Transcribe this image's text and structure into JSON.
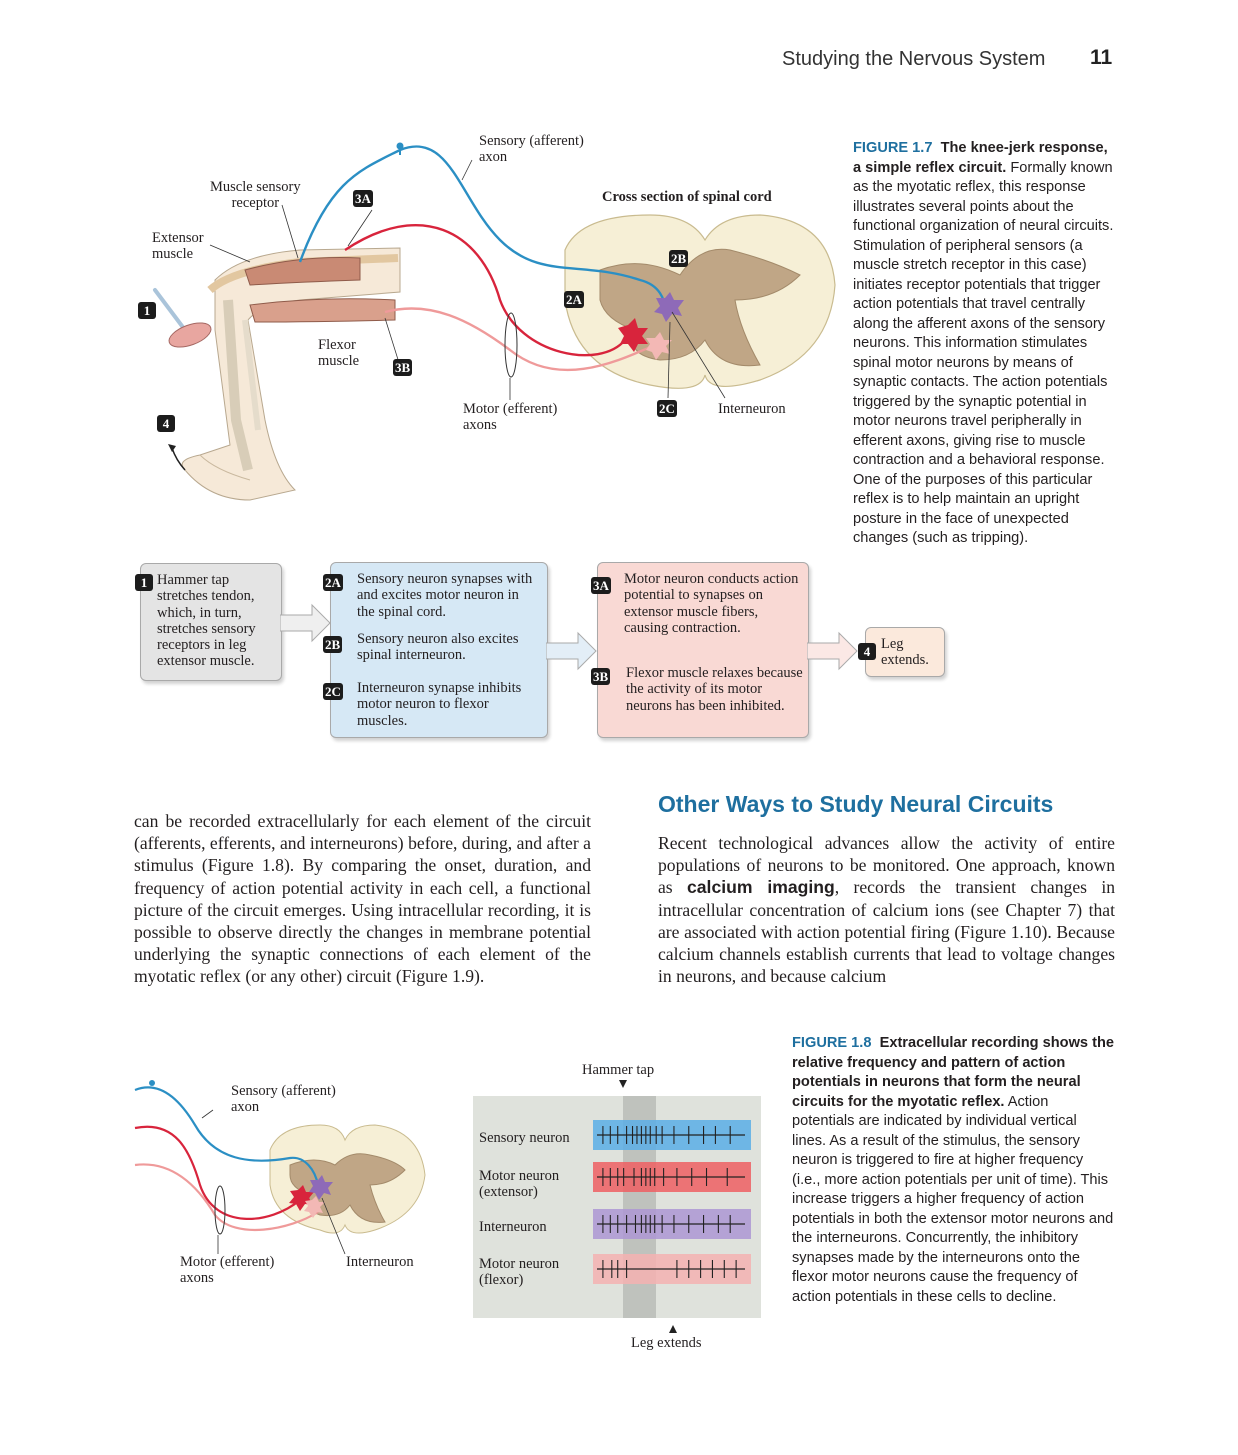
{
  "header": {
    "running_head": "Studying the Nervous System",
    "page_number": "11"
  },
  "figure_1_7": {
    "labels": {
      "sensory_axon": "Sensory (afferent)\naxon",
      "muscle_sensory_receptor": "Muscle sensory\nreceptor",
      "extensor_muscle": "Extensor\nmuscle",
      "flexor_muscle": "Flexor\nmuscle",
      "cross_section": "Cross section of spinal cord",
      "motor_axons": "Motor (efferent)\naxons",
      "interneuron": "Interneuron"
    },
    "badges": {
      "b1": "1",
      "b2a": "2A",
      "b2b": "2B",
      "b2c": "2C",
      "b3a": "3A",
      "b3b": "3B",
      "b4": "4"
    },
    "caption": {
      "number": "FIGURE 1.7",
      "title": "The knee-jerk response, a simple reflex circuit.",
      "text": "Formally known as the myotatic reflex, this response illustrates several points about the functional organization of neural circuits. Stimulation of peripheral sensors (a muscle stretch receptor in this case) initiates receptor potentials that trigger action potentials that travel centrally along the afferent axons of the sensory neurons. This information stimulates spinal motor neurons by means of synaptic contacts. The action potentials triggered by the synaptic potential in motor neurons travel peripherally in efferent axons, giving rise to muscle contraction and a behavioral response. One of the purposes of this particular reflex is to help maintain an upright posture in the face of unexpected changes (such as tripping)."
    },
    "flow": {
      "step1": "Hammer tap stretches tendon, which, in turn, stretches sensory receptors in leg extensor muscle.",
      "step2a": "Sensory neuron synapses with and excites motor neuron in the spinal cord.",
      "step2b": "Sensory neuron also excites spinal interneuron.",
      "step2c": "Interneuron synapse inhibits motor neuron to flexor muscles.",
      "step3a": "Motor neuron conducts action potential to synapses on extensor muscle fibers, causing contraction.",
      "step3b": "Flexor muscle relaxes because the activity of its motor neurons has been inhibited.",
      "step4": "Leg extends."
    },
    "colors": {
      "sensory": "#2b8fc4",
      "motor_ext": "#d8243c",
      "motor_flex": "#ef9a9a",
      "inter": "#8e6ab8",
      "box1": "#e4e4e4",
      "box2": "#d6e8f5",
      "box3": "#f9d9d4",
      "box4": "#fbe9dc"
    }
  },
  "body": {
    "left_paragraph": "can be recorded extracellularly for each element of the circuit (afferents, efferents, and interneurons) before, during, and after a stimulus (Figure 1.8). By comparing the onset, duration, and frequency of action potential activity in each cell, a functional picture of the circuit emerges. Using intracellular recording, it is possible to observe directly the changes in membrane potential underlying the synaptic connections of each element of the myotatic reflex (or any other) circuit (Figure 1.9).",
    "section_heading": "Other Ways to Study Neural Circuits",
    "right_before": "Recent technological advances allow the activity of entire populations of neurons to be monitored. One approach, known as ",
    "right_term": "calcium imaging",
    "right_after": ", records the transient changes in intracellular concentration of calcium ions (see Chapter 7) that are associated with action potential firing (Figure 1.10). Because calcium channels establish currents that lead to voltage changes in neurons, and because calcium"
  },
  "figure_1_8": {
    "labels": {
      "sensory_axon": "Sensory (afferent)\naxon",
      "motor_axons": "Motor (efferent)\naxons",
      "interneuron": "Interneuron",
      "hammer_tap": "Hammer tap",
      "leg_extends": "Leg extends"
    },
    "traces": [
      {
        "label": "Sensory neuron",
        "color": "#5aaee6",
        "spikes": [
          0.04,
          0.09,
          0.14,
          0.2,
          0.24,
          0.27,
          0.3,
          0.33,
          0.36,
          0.4,
          0.44,
          0.52,
          0.62,
          0.72,
          0.8,
          0.9
        ]
      },
      {
        "label": "Motor neuron\n(extensor)",
        "color": "#ef5f63",
        "spikes": [
          0.04,
          0.09,
          0.14,
          0.18,
          0.25,
          0.3,
          0.33,
          0.36,
          0.39,
          0.45,
          0.54,
          0.64,
          0.74,
          0.88
        ]
      },
      {
        "label": "Interneuron",
        "color": "#ad96d4",
        "spikes": [
          0.04,
          0.09,
          0.14,
          0.2,
          0.26,
          0.3,
          0.33,
          0.36,
          0.39,
          0.44,
          0.52,
          0.62,
          0.72,
          0.82,
          0.9
        ]
      },
      {
        "label": "Motor neuron\n(flexor)",
        "color": "#f5b1b1",
        "spikes": [
          0.04,
          0.1,
          0.14,
          0.2,
          0.54,
          0.62,
          0.7,
          0.78,
          0.86,
          0.94
        ]
      }
    ],
    "caption": {
      "number": "FIGURE 1.8",
      "title": "Extracellular recording shows the relative frequency and pattern of action potentials in neurons that form the neural circuits for the myotatic reflex.",
      "text": "Action potentials are indicated by individual vertical lines. As a result of the stimulus, the sensory neuron is triggered to fire at higher frequency (i.e., more action potentials per unit of time). This increase triggers a higher frequency of action potentials in both the extensor motor neurons and the interneurons. Concurrently, the inhibitory synapses made by the interneurons onto the flexor motor neurons cause the frequency of action potentials in these cells to decline."
    }
  }
}
